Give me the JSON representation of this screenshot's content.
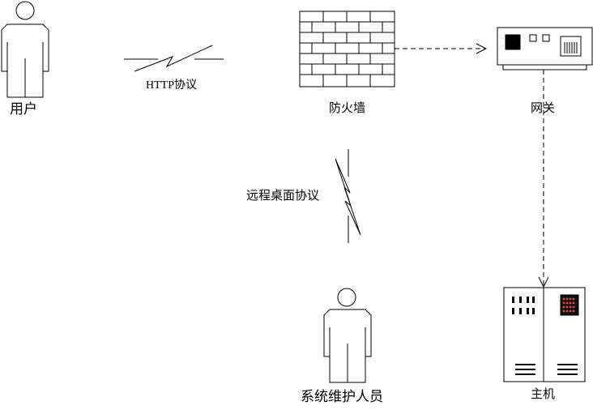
{
  "diagram": {
    "nodes": {
      "user": {
        "label": "用户",
        "icon": "person-icon"
      },
      "firewall": {
        "label": "防火墙",
        "icon": "firewall-brick-icon"
      },
      "gateway": {
        "label": "网关",
        "icon": "gateway-device-icon"
      },
      "host": {
        "label": "主机",
        "icon": "server-host-icon"
      },
      "maintainer": {
        "label": "系统维护人员",
        "icon": "person-icon"
      }
    },
    "edges": {
      "http": {
        "label": "HTTP协议",
        "style": "lightning"
      },
      "rdp": {
        "label": "远程桌面协议",
        "style": "lightning"
      },
      "firewall_to_gateway": {
        "style": "dashed-arrow"
      },
      "gateway_to_host": {
        "style": "dashed-arrow"
      }
    },
    "colors": {
      "line": "#000000",
      "background": "#ffffff",
      "host_indicator": "#e04a3a"
    }
  }
}
